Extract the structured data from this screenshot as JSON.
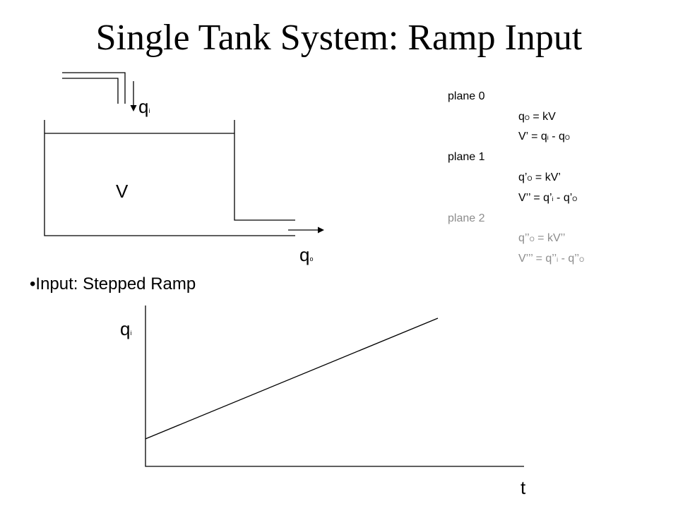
{
  "title": "Single Tank System: Ramp Input",
  "tank": {
    "inflow_symbol": "q",
    "inflow_sub": "i",
    "volume_label": "V",
    "outflow_symbol": "q",
    "outflow_sub": "o"
  },
  "equations": {
    "plane0": {
      "label": "plane 0",
      "eq1": {
        "a": "q",
        "a_sub": "O",
        "b": " = kV"
      },
      "eq2": {
        "a": "V’ = q",
        "a_sub": "i",
        "b": " - q",
        "b_sub": "O"
      }
    },
    "plane1": {
      "label": "plane 1",
      "eq1": {
        "a": "q’",
        "a_sub": "O",
        "b": " = kV’"
      },
      "eq2": {
        "a": "V’’ = q’",
        "a_sub": "i",
        "b": " - q’",
        "b_sub": "O"
      }
    },
    "plane2": {
      "label": "plane 2",
      "eq1": {
        "a": "q’’",
        "a_sub": "O",
        "b": " = kV’’"
      },
      "eq2": {
        "a": "V’’’ = q’’",
        "a_sub": "i",
        "b": " - q’’",
        "b_sub": "O"
      }
    },
    "dim_color": "#8c8c8c"
  },
  "bullet": "•Input: Stepped Ramp",
  "graph": {
    "y_label": "q",
    "y_label_sub": "i",
    "x_label": "t"
  }
}
